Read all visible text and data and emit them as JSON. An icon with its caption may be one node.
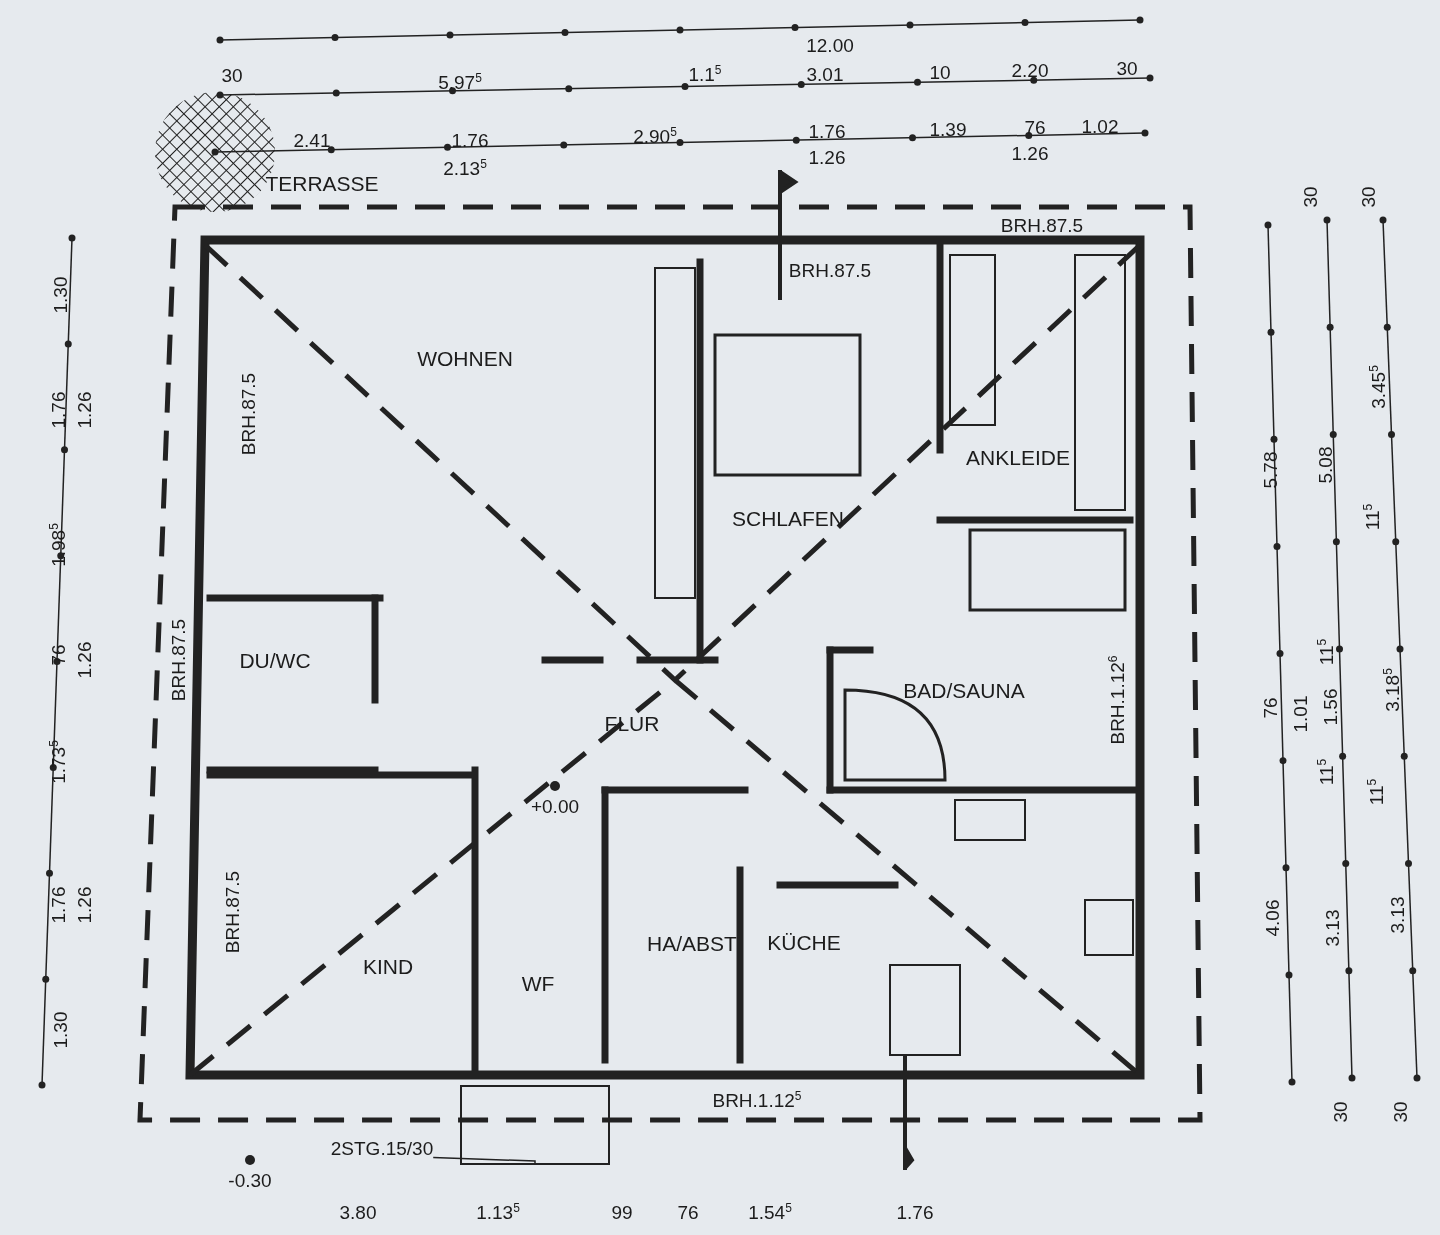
{
  "diagram": {
    "nodes": [
      {
        "text": [
          "TERRASSE"
        ]
      },
      {
        "text": [
          "WOHNEN"
        ]
      },
      {
        "text": [
          "SCHLAFEN"
        ]
      },
      {
        "text": [
          "ANKLEIDE"
        ]
      },
      {
        "text": [
          "DU/WC"
        ]
      },
      {
        "text": [
          "FLUR"
        ]
      },
      {
        "text": [
          "BAD/SAUNA"
        ]
      },
      {
        "text": [
          "KIND"
        ]
      },
      {
        "text": [
          "WF"
        ]
      },
      {
        "text": [
          "HA/ABST"
        ]
      },
      {
        "text": [
          "KÜCHE"
        ]
      },
      {
        "text": [
          "2STG.15/30"
        ]
      },
      {
        "text": [],
        "shape": "box"
      }
    ],
    "edges": [
      {
        "from": 11,
        "to": 12,
        "arrow": "none"
      }
    ],
    "labels": [
      "12.00",
      "30",
      "5.97$^{5}$",
      "1.1$^{5}$",
      "3.01",
      "10",
      "2.20",
      "30",
      "2.41",
      "1.76",
      "2.13$^{5}$",
      "2.90$^{5}$",
      "1.76",
      "1.26",
      "1.39",
      "76",
      "1.26",
      "1.02",
      "1.30",
      "1.76",
      "1.26",
      "1.98$^{5}$",
      "76",
      "1.26",
      "1.73$^{5}$",
      "1.76",
      "1.26",
      "1.30",
      "30",
      "30",
      "BRH.87.5",
      "BRH.87.5",
      "BRH.87.5",
      "3.45$^{5}$",
      "5.78",
      "5.08",
      "11$^{5}$",
      "BRH.87.5",
      "11$^{5}$",
      "BRH.1.12$^{6}$",
      "76",
      "1.01",
      "1.56",
      "3.18$^{5}$",
      "+0.00",
      "11$^{5}$",
      "11$^{5}$",
      "BRH.87.5",
      "4.06",
      "3.13",
      "3.13",
      "BRH.1.12$^{5}$",
      "30",
      "30",
      "-0.30",
      "3.80",
      "1.13$^{5}$",
      "99",
      "76",
      "1.54$^{5}$",
      "1.76"
    ]
  }
}
